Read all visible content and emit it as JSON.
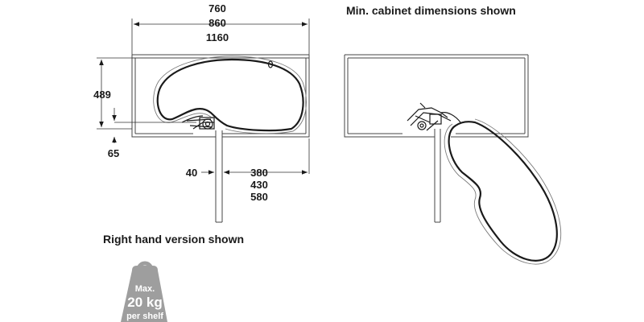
{
  "left_view": {
    "widths": [
      "760",
      "860",
      "1160"
    ],
    "depth": "489",
    "offset": "65",
    "post_gap": "40",
    "door_widths": [
      "380",
      "430",
      "580"
    ]
  },
  "right_view": {
    "caption": "Min. cabinet dimensions shown"
  },
  "caption_left": "Right hand version shown",
  "weight_badge": {
    "line1": "Max.",
    "line2": "20 kg",
    "line3": "per shelf",
    "color": "#9e9e9e"
  }
}
